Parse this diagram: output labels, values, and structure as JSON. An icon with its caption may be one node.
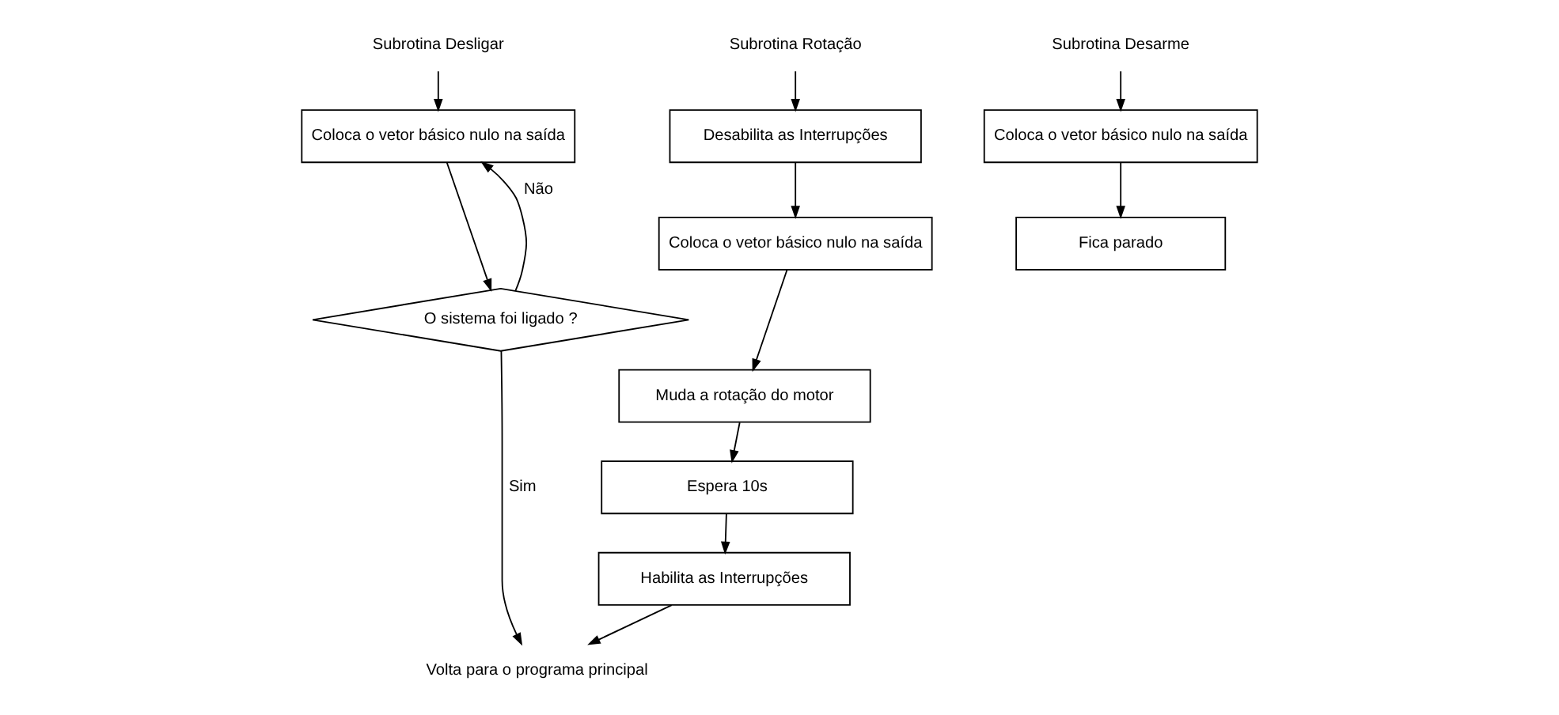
{
  "diagram": {
    "nodes": [
      {
        "text": [
          "Subrotina Desligar"
        ]
      },
      {
        "text": [
          "Coloca o vetor básico nulo na saída"
        ]
      },
      {
        "text": [
          "O sistema foi ligado ?"
        ]
      },
      {
        "text": [
          "Subrotina Rotação"
        ]
      },
      {
        "text": [
          "Desabilita as Interrupções"
        ]
      },
      {
        "text": [
          "Coloca o vetor básico nulo na saída"
        ]
      },
      {
        "text": [
          "Muda a rotação do motor"
        ]
      },
      {
        "text": [
          "Espera 10s"
        ]
      },
      {
        "text": [
          "Habilita as Interrupções"
        ]
      },
      {
        "text": [
          "Volta para o programa principal"
        ]
      },
      {
        "text": [
          "Subrotina Desarme"
        ]
      },
      {
        "text": [
          "Coloca o vetor básico nulo na saída"
        ]
      },
      {
        "text": [
          "Fica parado"
        ]
      }
    ],
    "edges": [
      {
        "from": 0,
        "to": 1,
        "arrow": "to"
      },
      {
        "from": 1,
        "to": 2,
        "arrow": "to"
      },
      {
        "from": 2,
        "to": 1,
        "arrow": "to",
        "label": "Não"
      },
      {
        "from": 2,
        "to": 9,
        "arrow": "to",
        "label": "Sim"
      },
      {
        "from": 3,
        "to": 4,
        "arrow": "to"
      },
      {
        "from": 4,
        "to": 5,
        "arrow": "to"
      },
      {
        "from": 5,
        "to": 6,
        "arrow": "to"
      },
      {
        "from": 6,
        "to": 7,
        "arrow": "to"
      },
      {
        "from": 7,
        "to": 8,
        "arrow": "to"
      },
      {
        "from": 8,
        "to": 9,
        "arrow": "to"
      },
      {
        "from": 10,
        "to": 11,
        "arrow": "to"
      },
      {
        "from": 11,
        "to": 12,
        "arrow": "to"
      }
    ]
  }
}
